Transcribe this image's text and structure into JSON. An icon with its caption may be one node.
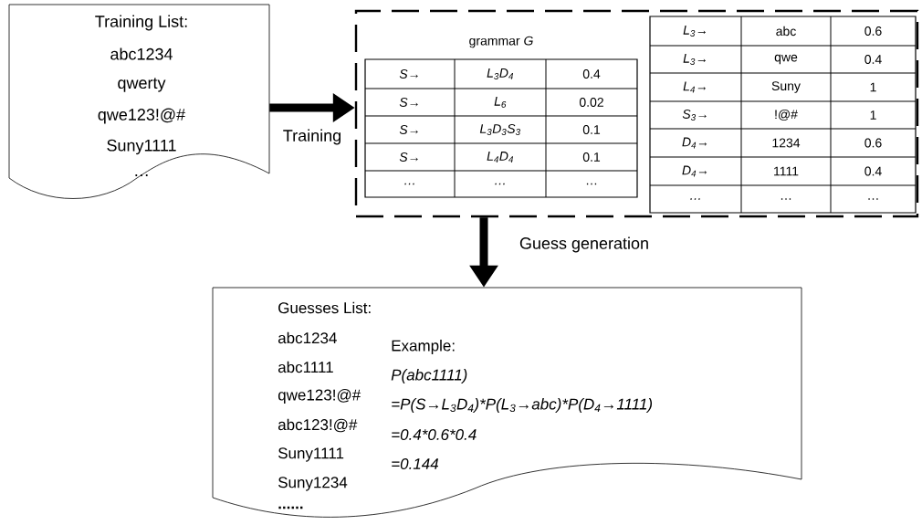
{
  "diagram": {
    "nodes": [
      {
        "text": [
          "Training List:",
          "abc1234",
          "qwerty",
          "qwe123!@#",
          "Suny1111",
          "…"
        ]
      },
      {
        "text": [],
        "shape": "box"
      },
      {
        "text": [
          "grammar *G*"
        ],
        "in": 1
      },
      {
        "text": [],
        "shape": "box",
        "in": 1
      },
      {
        "text": [
          "Guesses List:",
          "abc1234",
          "abc1111",
          "qwe123!@#",
          "abc123!@#",
          "Suny1111",
          "Suny1234",
          "......",
          "Example:",
          "P(abc1111)",
          "=P(S→L$_{3}$D$_{4}$)*P(L$_{3}$→abc)*P(D$_{4}$→1111)",
          "=0.4*0.6*0.4",
          "=0.144"
        ]
      }
    ],
    "edges": [
      {
        "from": 0,
        "to": 1,
        "arrow": "to",
        "label": "Training"
      },
      {
        "from": 1,
        "to": 4,
        "arrow": "to",
        "label": "Guess generation"
      }
    ],
    "labels": [
      "S→",
      "L$_{3}$D$_{4}$",
      "0.4",
      "S→",
      "L$_{6}$",
      "0.02",
      "S→",
      "L$_{3}$D$_{3}$S$_{3}$",
      "0.1",
      "S→",
      "L$_{4}$D$_{4}$",
      "0.1",
      "…",
      "…",
      "…",
      "L$_{3}$→",
      "abc",
      "0.6",
      "L$_{3}$→",
      "qwe",
      "0.4",
      "L$_{4}$→",
      "Suny",
      "1",
      "S$_{3}$→",
      "!@#",
      "1",
      "D$_{4}$→",
      "1234",
      "0.6",
      "D$_{4}$→",
      "1111",
      "0.4",
      "…",
      "…",
      "…"
    ]
  }
}
